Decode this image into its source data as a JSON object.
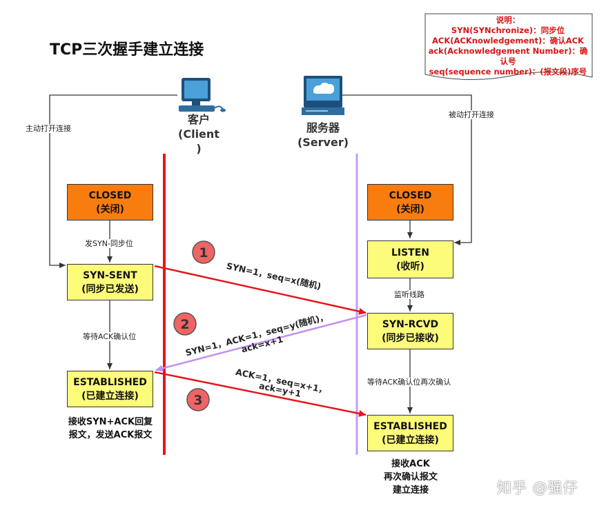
{
  "title": "TCP三次握手建立连接",
  "legend": {
    "lines": [
      "说明：",
      "SYN(SYNchronize)：同步位",
      "ACK(ACKnowledgement)：确认ACK",
      "ack(Acknowledgement Number)：确认号",
      "seq(sequence number)：(报文段)序号"
    ]
  },
  "client": {
    "name_line1": "客户",
    "name_line2": "(Client",
    "name_line3": ")"
  },
  "server": {
    "name_line1": "服务器",
    "name_line2": "(Server)"
  },
  "side_labels": {
    "client_active": "主动打开连接",
    "server_passive": "被动打开连接"
  },
  "client_states": {
    "closed": {
      "name": "CLOSED",
      "sub": "(关闭)"
    },
    "syn_sent": {
      "name": "SYN-SENT",
      "sub": "(同步已发送)"
    },
    "established": {
      "name": "ESTABLISHED",
      "sub": "(已建立连接)"
    }
  },
  "server_states": {
    "closed": {
      "name": "CLOSED",
      "sub": "(关闭)"
    },
    "listen": {
      "name": "LISTEN",
      "sub": "(收听)"
    },
    "syn_rcvd": {
      "name": "SYN-RCVD",
      "sub": "(同步已接收)"
    },
    "established": {
      "name": "ESTABLISHED",
      "sub": "(已建立连接)"
    }
  },
  "transitions": {
    "client_send_syn": "发SYN-同步位",
    "client_wait_ack": "等待ACK确认位",
    "server_listen": "监听线路",
    "server_wait_ack": "等待ACK确认位再次确认"
  },
  "messages": {
    "step1": {
      "num": "1",
      "line1": "SYN=1，seq=x(随机)"
    },
    "step2": {
      "num": "2",
      "line1": "SYN=1，ACK=1，seq=y(随机)，",
      "line2": "ack=x+1"
    },
    "step3": {
      "num": "3",
      "line1": "ACK=1，seq=x+1，",
      "line2": "ack=y+1"
    }
  },
  "notes": {
    "client_line1": "接收SYN+ACK回复",
    "client_line2": "报文，发送ACK报文",
    "server_line1": "接收ACK",
    "server_line2": "再次确认报文",
    "server_line3": "建立连接"
  },
  "watermark": "知乎 @强仔",
  "colors": {
    "client_line": "#e8141b",
    "server_line": "#c59bf0",
    "arrow_red": "#e8141b",
    "arrow_purple": "#c28ff0",
    "orange_state": "#f97c0f",
    "yellow_state": "#fdfb7a",
    "step_circle": "#f06464",
    "legend_text": "#d71414"
  }
}
